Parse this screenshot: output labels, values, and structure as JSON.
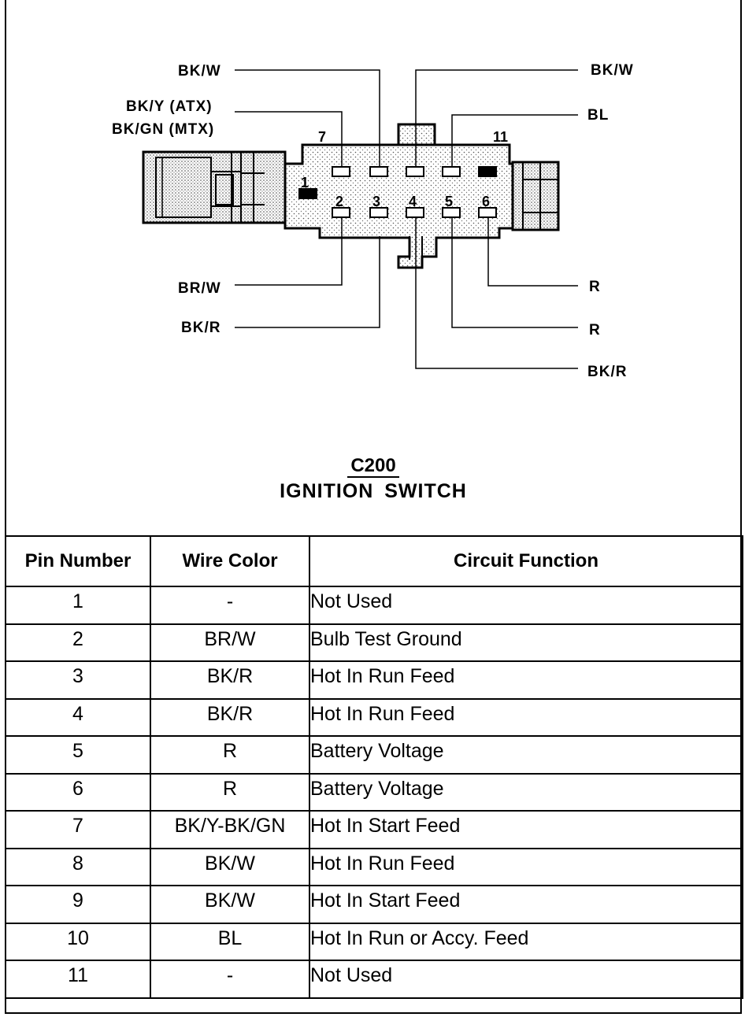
{
  "connector": {
    "id": "C200",
    "name": "IGNITION SWITCH",
    "wire_labels": {
      "top_left": "BK/W",
      "left_atx": "BK/Y (ATX)",
      "left_mtx": "BK/GN (MTX)",
      "top_right": "BK/W",
      "right_bl": "BL",
      "bottom_left_1": "BR/W",
      "bottom_left_2": "BK/R",
      "bottom_right_1": "R",
      "bottom_right_2": "R",
      "bottom_right_3": "BK/R"
    },
    "pin_labels": {
      "p1": "1",
      "p2": "2",
      "p3": "3",
      "p4": "4",
      "p5": "5",
      "p6": "6",
      "p7": "7",
      "p11": "11"
    }
  },
  "table": {
    "headers": [
      "Pin Number",
      "Wire Color",
      "Circuit Function"
    ],
    "rows": [
      {
        "pin": "1",
        "color": "-",
        "function": "Not Used"
      },
      {
        "pin": "2",
        "color": "BR/W",
        "function": "Bulb Test Ground"
      },
      {
        "pin": "3",
        "color": "BK/R",
        "function": "Hot In Run Feed"
      },
      {
        "pin": "4",
        "color": "BK/R",
        "function": "Hot In Run Feed"
      },
      {
        "pin": "5",
        "color": "R",
        "function": "Battery Voltage"
      },
      {
        "pin": "6",
        "color": "R",
        "function": "Battery Voltage"
      },
      {
        "pin": "7",
        "color": "BK/Y-BK/GN",
        "function": "Hot In Start Feed"
      },
      {
        "pin": "8",
        "color": "BK/W",
        "function": "Hot In Run Feed"
      },
      {
        "pin": "9",
        "color": "BK/W",
        "function": "Hot In Start Feed"
      },
      {
        "pin": "10",
        "color": "BL",
        "function": "Hot In Run or Accy. Feed"
      },
      {
        "pin": "11",
        "color": "-",
        "function": "Not Used"
      }
    ]
  }
}
